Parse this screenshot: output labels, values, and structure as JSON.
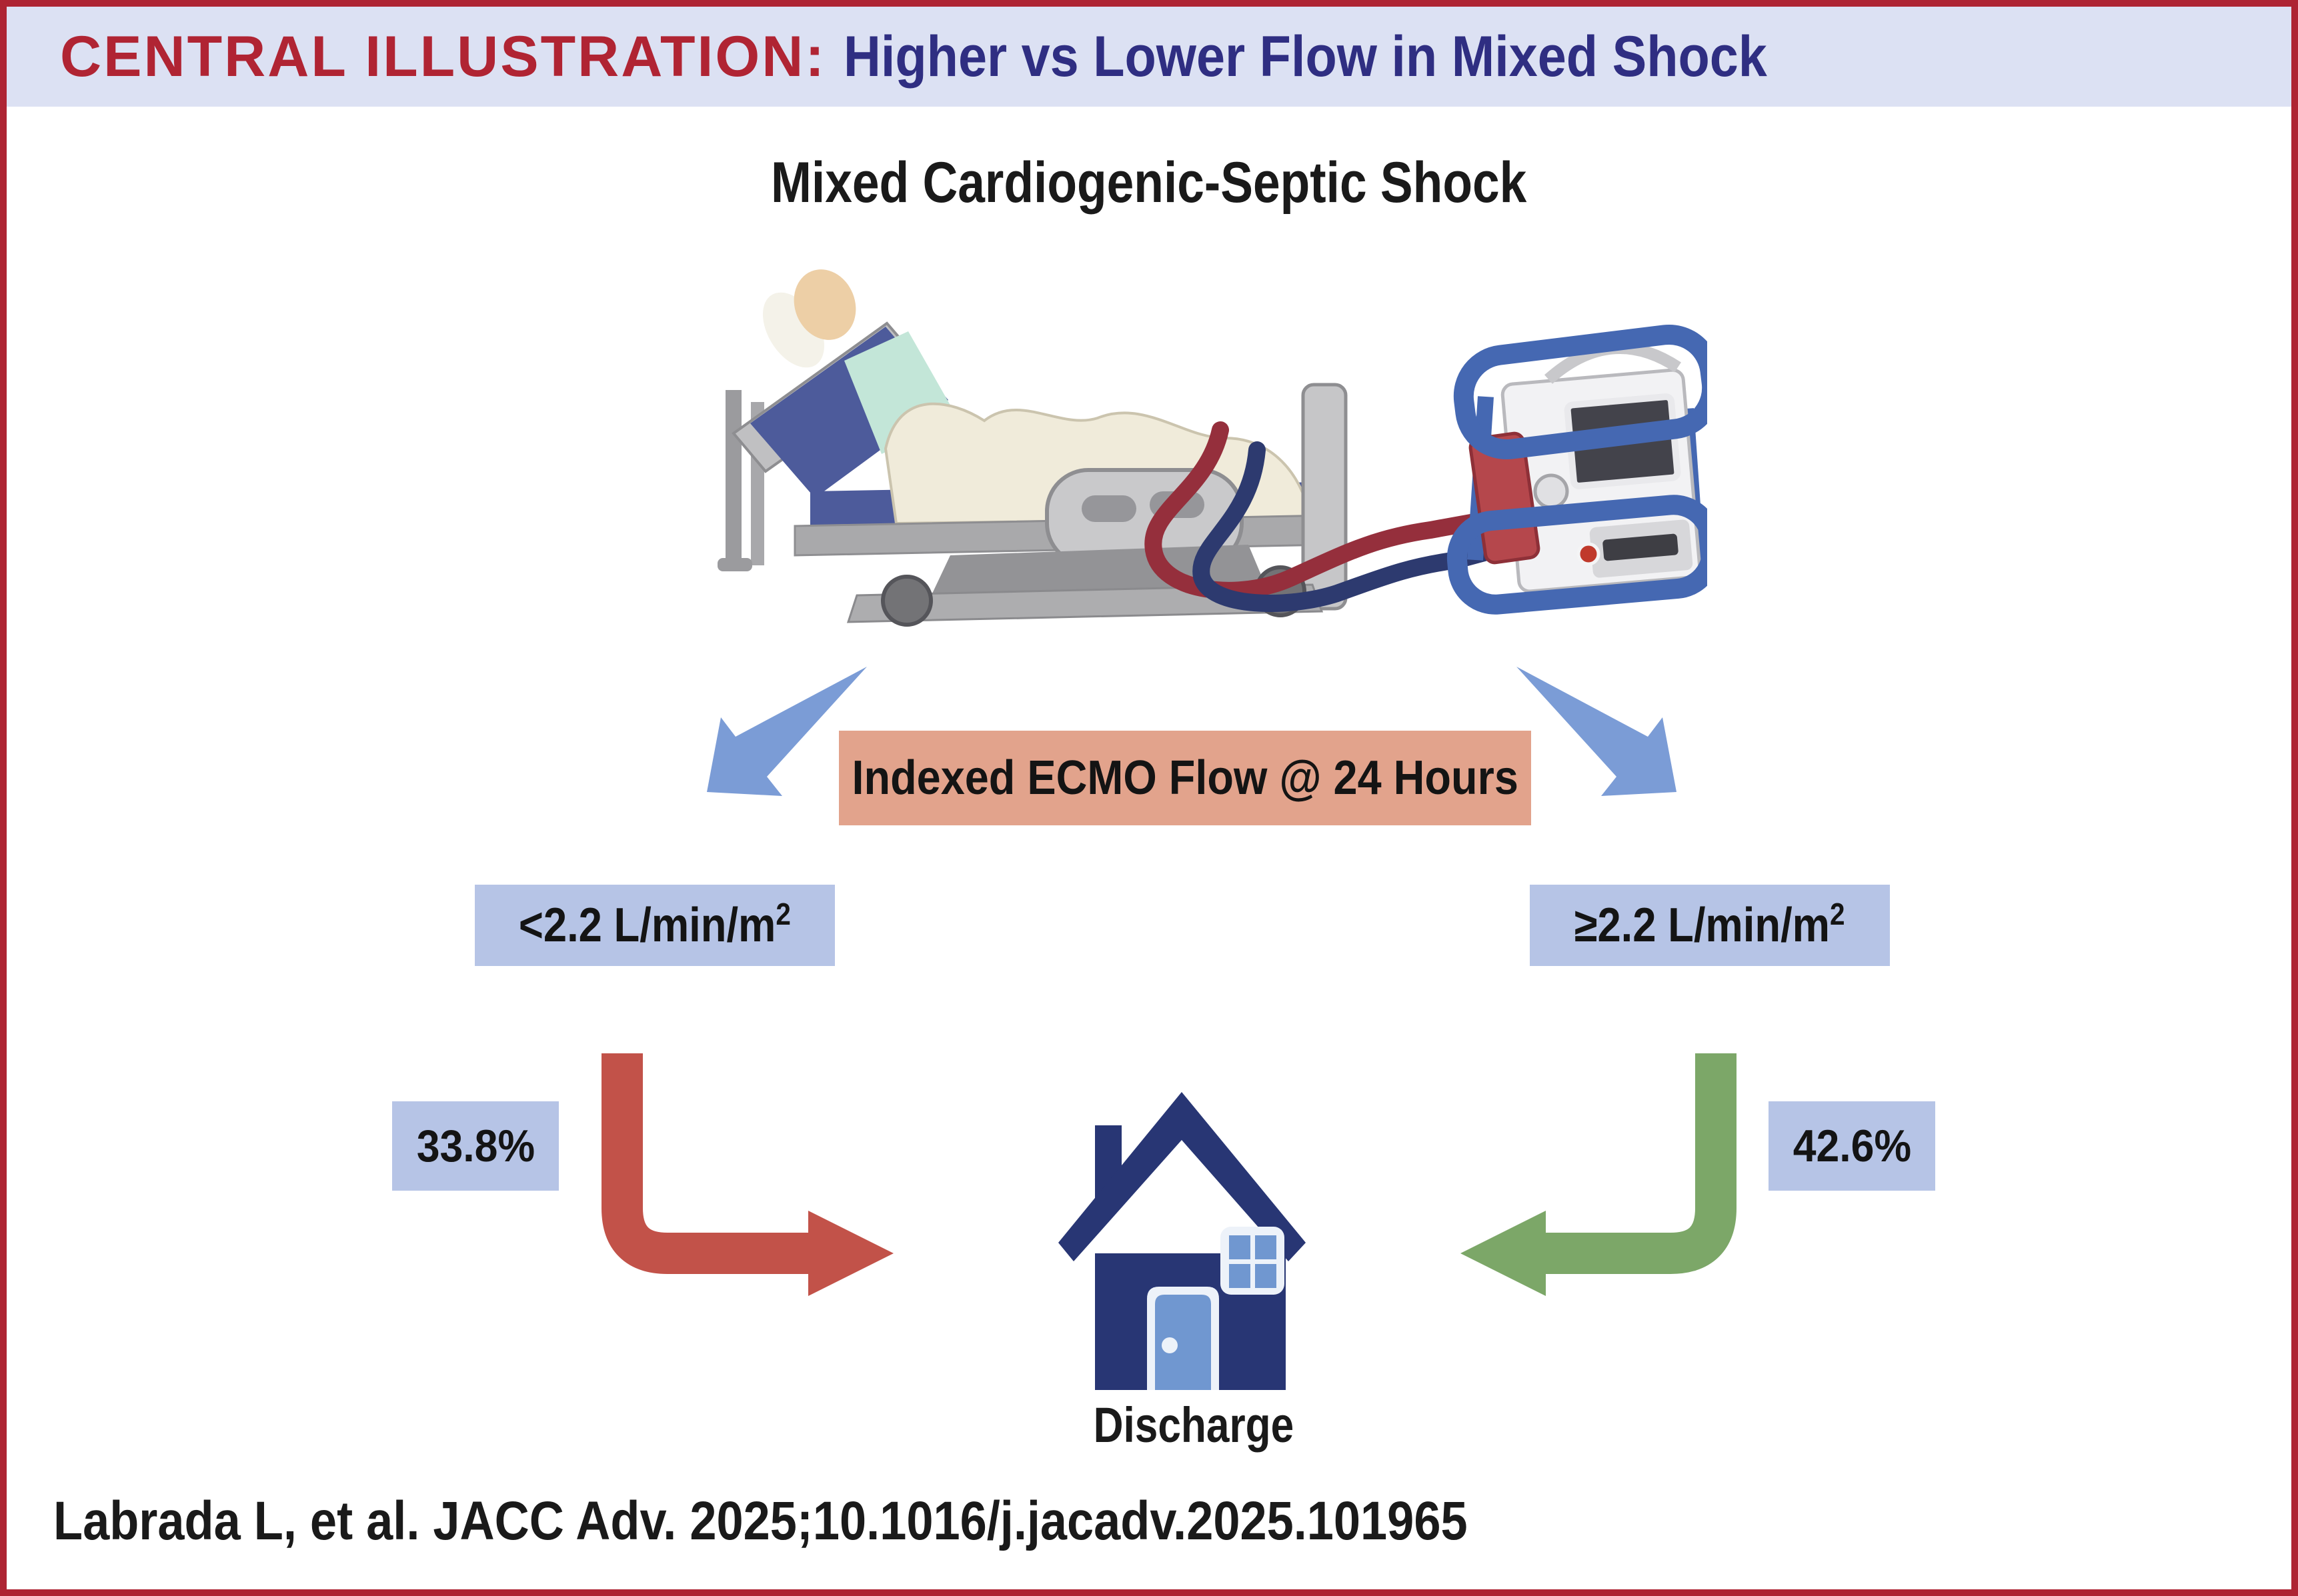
{
  "header": {
    "label": "CENTRAL ILLUSTRATION:",
    "title": "Higher vs Lower Flow in Mixed Shock"
  },
  "diagram": {
    "title": "Mixed Cardiogenic-Septic Shock",
    "illustration_caption": "patient on ICU bed connected to portable ECMO machine",
    "flow_box_label": "Indexed ECMO Flow @ 24 Hours",
    "left_branch": {
      "criterion_base": "<2.2 L/min/m",
      "criterion_exponent": "2",
      "rate": "33.8%"
    },
    "right_branch": {
      "criterion_base": "≥2.2 L/min/m",
      "criterion_exponent": "2",
      "rate": "42.6%"
    },
    "outcome_label": "Discharge"
  },
  "citation": "Labrada L, et al. JACC Adv. 2025;10.1016/j.jacadv.2025.101965",
  "icons": {
    "illustration": "patient-bed-ecmo-illustration",
    "left_flow_arrow": "arrow-down-left-icon",
    "right_flow_arrow": "arrow-down-right-icon",
    "left_outcome_arrow": "elbow-arrow-right-red-icon",
    "right_outcome_arrow": "elbow-arrow-left-green-icon",
    "outcome_icon": "house-icon"
  },
  "colors": {
    "border_red": "#AE2433",
    "header_bg": "#DCE1F3",
    "header_label_red": "#B02433",
    "header_title_navy": "#2F2E82",
    "flow_box_salmon": "#E2A38C",
    "value_box_blue": "#B6C4E6",
    "flow_arrow_blue": "#7B9CD6",
    "low_flow_arrow_red": "#C25249",
    "high_flow_arrow_green": "#7CA768",
    "house_navy": "#283674",
    "house_door_blue": "#7097D0"
  }
}
